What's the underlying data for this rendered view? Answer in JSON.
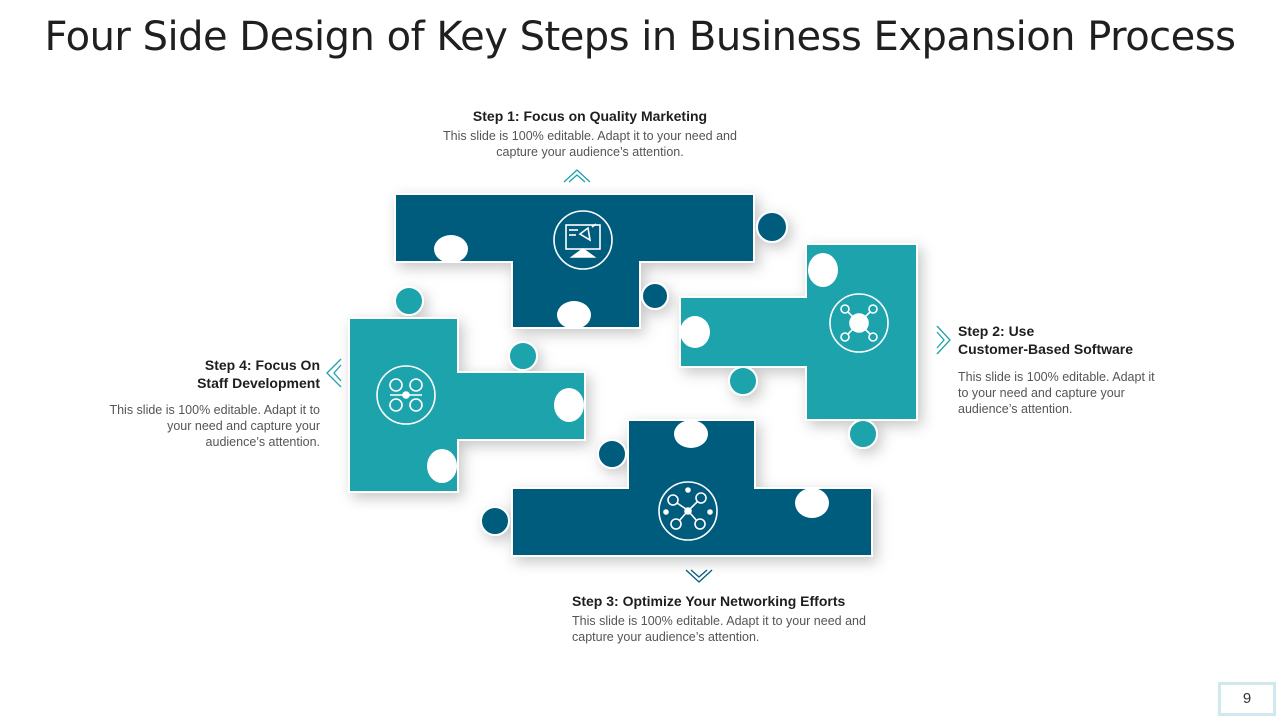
{
  "title": "Four Side Design of Key Steps in Business Expansion Process",
  "colors": {
    "dark_teal": "#045c7c",
    "light_teal": "#1ea3ac"
  },
  "steps": [
    {
      "heading": "Step 1: Focus on Quality Marketing",
      "description": "This slide is 100% editable. Adapt it to your need and capture your audience’s attention.",
      "icon": "marketing-presentation-icon"
    },
    {
      "heading_line1": "Step 2: Use",
      "heading_line2": "Customer-Based Software",
      "description": "This slide is 100% editable. Adapt it to your need and capture your audience’s attention.",
      "icon": "customer-network-icon"
    },
    {
      "heading": "Step 3: Optimize Your Networking Efforts",
      "description": "This slide is 100% editable. Adapt it to your need and capture your audience’s attention.",
      "icon": "people-network-icon"
    },
    {
      "heading_line1": "Step 4: Focus On",
      "heading_line2": "Staff Development",
      "description": "This slide is 100% editable. Adapt it to your need and capture your audience’s attention.",
      "icon": "team-group-icon"
    }
  ],
  "page_number": "9"
}
